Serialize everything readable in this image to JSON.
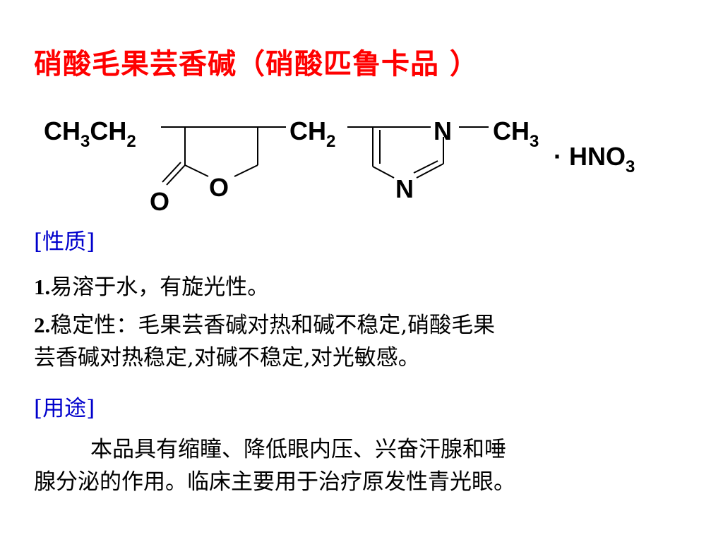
{
  "slide": {
    "title": "硝酸毛果芸香碱（硝酸匹鲁卡品 ）"
  },
  "structure": {
    "ethyl_group": "CH",
    "ethyl_sub1": "3",
    "ethyl_mid": "CH",
    "ethyl_sub2": "2",
    "methylene": "CH",
    "methylene_sub": "2",
    "ring_n1": "N",
    "ring_n2": "N",
    "methyl": "CH",
    "methyl_sub": "3",
    "ring_oxygen": "O",
    "carbonyl_oxygen": "O",
    "salt_dot": "·",
    "salt": "HNO",
    "salt_sub": "3"
  },
  "properties": {
    "heading": "[性质]",
    "item1_num": "1.",
    "item1_text": "易溶于水，有旋光性。",
    "item2_num": "2.",
    "item2_text_a": "稳定性：毛果芸香碱对热和碱不稳定,硝酸毛果",
    "item2_text_b": "芸香碱对热稳定,对碱不稳定,对光敏感。"
  },
  "uses": {
    "heading": "[用途]",
    "line1": "本品具有缩瞳、降低眼内压、兴奋汗腺和唾",
    "line2": "腺分泌的作用。临床主要用于治疗原发性青光眼。"
  },
  "colors": {
    "title": "#ff0000",
    "heading": "#0000cc",
    "text": "#000000"
  }
}
